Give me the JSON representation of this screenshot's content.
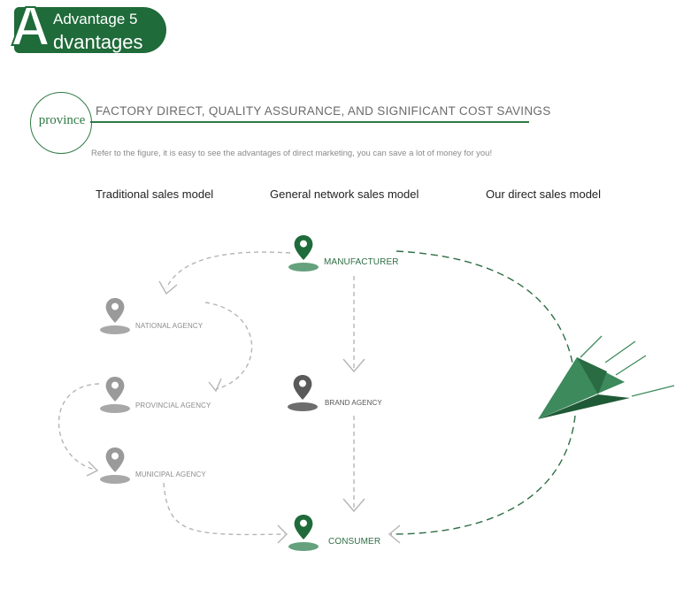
{
  "badge": {
    "letter": "A",
    "line1": "Advantage 5",
    "line2": "dvantages"
  },
  "section": {
    "circle_text": "province",
    "headline": "FACTORY DIRECT, QUALITY ASSURANCE, AND SIGNIFICANT COST SAVINGS",
    "subline": "Refer to the figure, it is easy to see the advantages of direct marketing, you can save a lot of money for you!"
  },
  "columns": {
    "traditional": "Traditional sales model",
    "network": "General network sales model",
    "direct": "Our direct sales model"
  },
  "nodes": {
    "manufacturer": "MANUFACTURER",
    "national": "NATIONAL AGENCY",
    "provincial": "PROVINCIAL AGENCY",
    "municipal": "MUNICIPAL AGENCY",
    "brand": "BRAND AGENCY",
    "consumer": "CONSUMER"
  },
  "colors": {
    "green": "#1f6b3a",
    "pin_gray": "#9a9a9a",
    "pin_dark": "#5a5a5a",
    "dash": "#b5b5b5"
  },
  "icons": {
    "pin": "map-pin-icon",
    "plane": "paper-plane-icon"
  }
}
